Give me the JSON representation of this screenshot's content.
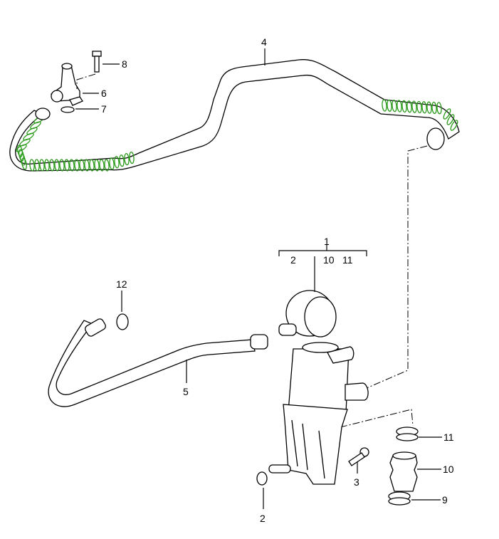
{
  "diagram": {
    "callouts": {
      "hose_upper": "4",
      "bolt_top": "8",
      "connector": "6",
      "seal_top": "7",
      "valve_assembly": "1",
      "valve_sub_2": "2",
      "valve_sub_10": "10",
      "valve_sub_11": "11",
      "seal_12": "12",
      "hose_lower": "5",
      "seal_bottom": "2",
      "bolt_bracket": "3",
      "clamp_top": "11",
      "boot": "10",
      "clamp_bottom": "9"
    },
    "colors": {
      "line": "#000000",
      "highlight": "#2a9a1a"
    }
  }
}
